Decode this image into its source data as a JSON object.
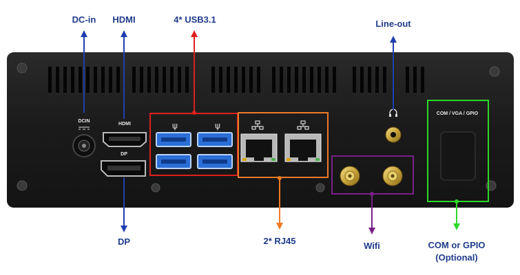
{
  "callouts": {
    "dc_in": "DC-in",
    "hdmi": "HDMI",
    "usb": "4* USB3.1",
    "line_out": "Line-out",
    "dp": "DP",
    "rj45": "2* RJ45",
    "wifi": "Wifi",
    "com_line1": "COM or GPIO",
    "com_line2": "(Optional)"
  },
  "panel_labels": {
    "dcin": "DCIN",
    "hdmi": "HDMI",
    "dp": "DP",
    "com_vga_gpio": "COM / VGA / GPIO"
  },
  "colors": {
    "blue_arrow": "#1f3fb0",
    "red_box": "#e0201c",
    "orange_box": "#f07a26",
    "purple_box": "#7a1f8a",
    "green_box": "#2ed82a",
    "usb_blue": "#2b6fd6",
    "chassis": "#1b1b1b"
  }
}
